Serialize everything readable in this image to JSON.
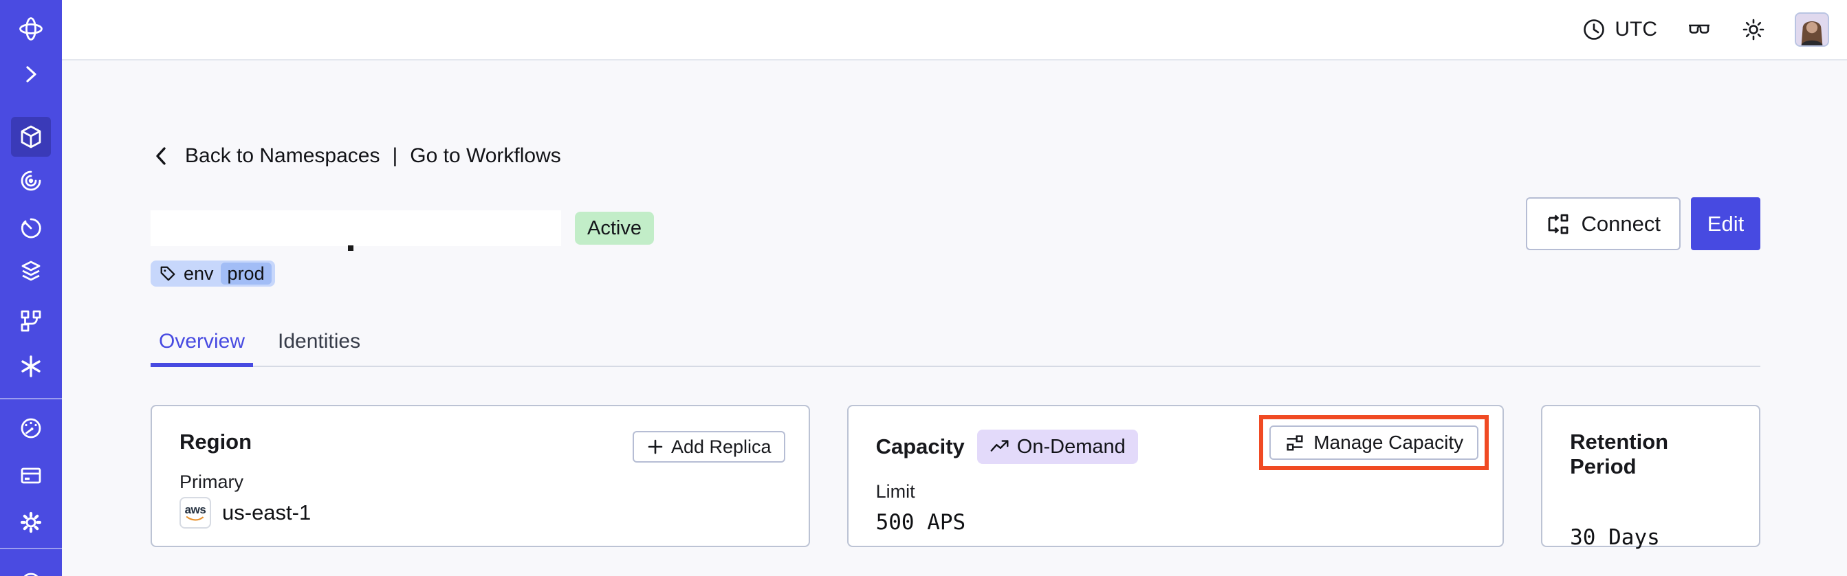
{
  "topbar": {
    "timezone": "UTC"
  },
  "breadcrumb": {
    "back_label": "Back to Namespaces",
    "separator": "|",
    "workflows_label": "Go to Workflows"
  },
  "namespace": {
    "status_badge": "Active",
    "tag": {
      "key": "env",
      "value": "prod"
    }
  },
  "actions": {
    "connect_label": "Connect",
    "edit_label": "Edit"
  },
  "tabs": [
    {
      "label": "Overview",
      "active": true
    },
    {
      "label": "Identities",
      "active": false
    }
  ],
  "cards": {
    "region": {
      "title": "Region",
      "add_replica_label": "Add Replica",
      "label": "Primary",
      "provider": "aws",
      "value": "us-east-1"
    },
    "capacity": {
      "title": "Capacity",
      "badge": "On-Demand",
      "manage_label": "Manage Capacity",
      "label": "Limit",
      "value": "500 APS"
    },
    "retention": {
      "title": "Retention Period",
      "value": "30 Days"
    }
  },
  "colors": {
    "accent": "#474ae1",
    "sidebar": "#4a4be1",
    "status_active_bg": "#c2edc8",
    "ondemand_bg": "#e3dafa",
    "tag_bg": "#c7d7fb",
    "tag_value_bg": "#a2bdf6",
    "annotation_highlight": "#f04a23"
  },
  "icons": [
    "temporal-logo",
    "expand-chevron",
    "namespaces-cube",
    "workflows-spiral",
    "schedules-clock",
    "layers",
    "deployments-branch",
    "nexus-asterisk",
    "usage-gauge",
    "billing-card",
    "settings-gear",
    "support",
    "clock",
    "glasses",
    "brightness-sun",
    "avatar",
    "chevron-left",
    "connect",
    "plus",
    "trending-up",
    "sliders",
    "aws-logo",
    "tag"
  ]
}
